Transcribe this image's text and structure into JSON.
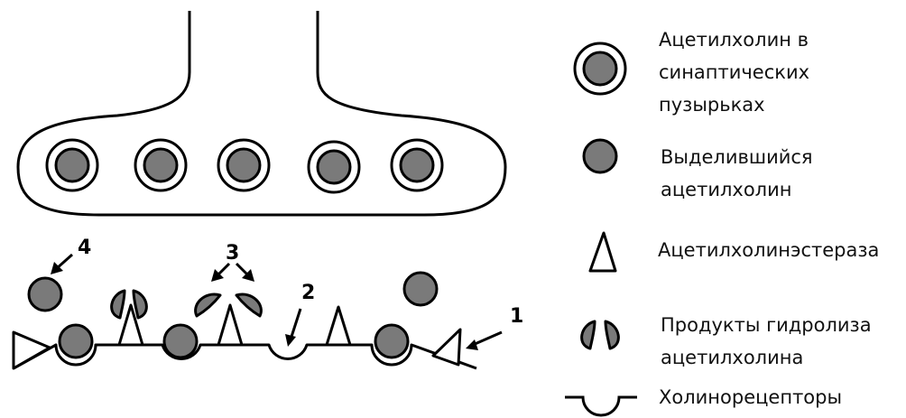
{
  "colors": {
    "acetylcholine_fill": "#7a7a7a",
    "stroke": "#000000",
    "background": "#ffffff"
  },
  "diagram": {
    "labels": [
      "1",
      "2",
      "3",
      "4"
    ]
  },
  "legend": [
    {
      "icon": "vesicle-acetylcholine-icon",
      "text": "Ацетилхолин в\nсинаптических\nпузырьках"
    },
    {
      "icon": "released-acetylcholine-icon",
      "text": "Выделившийся\nацетилхолин"
    },
    {
      "icon": "acetylcholinesterase-icon",
      "text": "Ацетилхолинэстераза"
    },
    {
      "icon": "hydrolysis-products-icon",
      "text": "Продукты гидролиза\nацетилхолина"
    },
    {
      "icon": "cholinoreceptor-icon",
      "text": "Холинорецепторы"
    }
  ]
}
